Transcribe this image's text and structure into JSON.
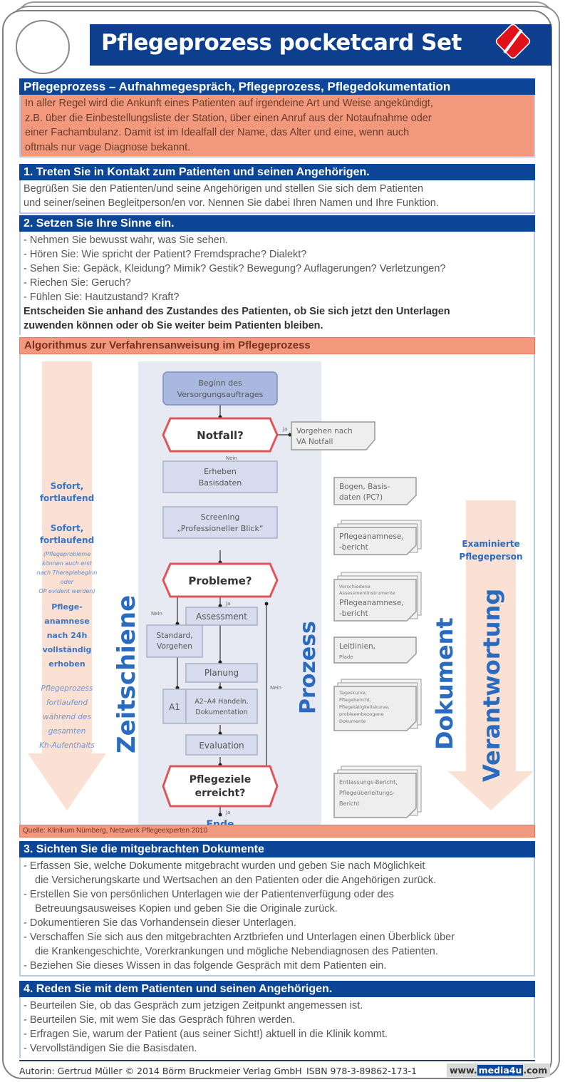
{
  "card": {
    "title": "Pflegeprozess pocketcard Set",
    "logo_icon": "diamond-logo-icon",
    "colors": {
      "header_blue": "#0d4597",
      "salmon": "#f2997d",
      "logo_red": "#e0111b",
      "text_blue": "#2a6bbf"
    }
  },
  "intro": {
    "heading": "Pflegeprozess – Aufnahmegespräch, Pflegeprozess, Pflegedokumentation",
    "lines": [
      "In aller Regel wird die Ankunft eines Patienten auf irgendeine Art und Weise angekündigt,",
      "z.B. über die Einbestellungsliste der Station, über einen Anruf aus der Notaufnahme oder",
      "einer Fachambulanz. Damit ist im Idealfall der Name, das Alter  und eine, wenn auch",
      "oftmals nur vage Diagnose bekannt."
    ]
  },
  "section1": {
    "heading": "1. Treten Sie in Kontakt zum Patienten und seinen Angehörigen.",
    "lines": [
      "Begrüßen Sie  den Patienten/und seine Angehörigen und  stellen Sie sich dem Patienten",
      "und seiner/seinen Begleitperson/en vor. Nennen Sie dabei Ihren Namen und Ihre Funktion."
    ]
  },
  "section2": {
    "heading": "2. Setzen Sie Ihre Sinne ein.",
    "lines": [
      "- Nehmen Sie bewusst wahr, was Sie sehen.",
      "- Hören Sie: Wie spricht der Patient? Fremdsprache? Dialekt?",
      "- Sehen Sie: Gepäck, Kleidung? Mimik? Gestik? Bewegung? Auflagerungen? Verletzungen?",
      "- Riechen Sie: Geruch?",
      "- Fühlen Sie: Hautzustand? Kraft?"
    ],
    "bold_lines": [
      "Entscheiden Sie anhand des Zustandes des Patienten, ob Sie sich jetzt den Unterlagen",
      "zuwenden können oder ob Sie weiter beim Patienten bleiben."
    ]
  },
  "algorithm": {
    "heading": "Algorithmus zur Verfahrensanweisung im Pflegeprozess",
    "columns": {
      "timeline": "Zeitschiene",
      "process": "Prozess",
      "document": "Dokument",
      "responsibility": "Verantwortung"
    },
    "timeline_notes": {
      "t1a": "Sofort,",
      "t1b": "fortlaufend",
      "t2a": "Sofort,",
      "t2b": "fortlaufend",
      "t2c": "(Pflegeprobleme",
      "t2d": "können auch erst",
      "t2e": "nach Therapiebeginn",
      "t2f": "oder",
      "t2g": "OP evident werden)",
      "t3a": "Pflege-",
      "t3b": "anamnese",
      "t3c": "nach 24h",
      "t3d": "vollständig",
      "t3e": "erhoben",
      "t4a": "Pflegeprozess",
      "t4b": "fortlaufend",
      "t4c": "während des",
      "t4d": "gesamten",
      "t4e": "Kh-Aufenthalts"
    },
    "responsible": {
      "line1": "Examinierte",
      "line2": "Pflegeperson"
    },
    "nodes": {
      "start_1": "Beginn des",
      "start_2": "Versorgungsauftrages",
      "emergency": "Notfall?",
      "emergency_doc_1": "Vorgehen nach",
      "emergency_doc_2": "VA Notfall",
      "basic_1": "Erheben",
      "basic_2": "Basisdaten",
      "screen_1": "Screening",
      "screen_2": "„Professioneller Blick“",
      "problems": "Probleme?",
      "assessment": "Assessment",
      "standard_1": "Standard,",
      "standard_2": "Vorgehen",
      "planning": "Planung",
      "a1": "A1",
      "act_1": "A2–A4 Handeln,",
      "act_2": "Dokumentation",
      "evaluation": "Evaluation",
      "goals_1": "Pflegeziele",
      "goals_2": "erreicht?",
      "end": "Ende"
    },
    "edge_labels": {
      "yes": "Ja",
      "no": "Nein"
    },
    "documents": {
      "d1_1": "Bogen, Basis-",
      "d1_2": "daten (PC?)",
      "d2_1": "Pflegeanamnese,",
      "d2_2": "-bericht",
      "d3_1": "Verschiedene",
      "d3_2": "Assessmentinstrumente",
      "d3_3": "Pflegeanamnese,",
      "d3_4": "-bericht",
      "d4_1": "Leitlinien,",
      "d4_2": "Pfade",
      "d5_1": "Tageskurve,",
      "d5_2": "Pflegebericht,",
      "d5_3": "Pflegetätigkeitskurve,",
      "d5_4": "probleembezogene",
      "d5_5": "Dokumente",
      "d6_1": "Entlassungs-Bericht,",
      "d6_2": "Pflegeüberleitungs-",
      "d6_3": "Bericht"
    },
    "source": "Quelle: Klinikum Nürnberg, Netzwerk Pflegeexperten 2010"
  },
  "section3": {
    "heading": "3. Sichten Sie die mitgebrachten Dokumente",
    "lines": [
      "- Erfassen Sie, welche Dokumente mitgebracht wurden und geben Sie nach Möglichkeit",
      "die Versicherungskarte und Wertsachen an den Patienten oder die Angehörigen zurück.",
      "- Erstellen Sie von persönlichen Unterlagen wie der Patientenverfügung oder des",
      "Betreuungsausweises Kopien und geben Sie die Originale zurück.",
      "- Dokumentieren Sie das Vorhandensein dieser Unterlagen.",
      "- Verschaffen Sie sich aus den mitgebrachten Arztbriefen und Unterlagen einen Überblick über",
      "die Krankengeschichte, Vorerkrankungen und mögliche Nebendiagnosen des Patienten.",
      "- Beziehen Sie dieses Wissen in das folgende Gespräch mit dem Patienten ein."
    ]
  },
  "section4": {
    "heading": "4. Reden Sie mit dem Patienten und seinen Angehörigen.",
    "lines": [
      "- Beurteilen Sie, ob das Gespräch zum jetzigen Zeitpunkt angemessen ist.",
      "- Beurteilen Sie, mit wem Sie das Gespräch führen werden.",
      "- Erfragen Sie, warum der Patient (aus seiner Sicht!) aktuell in die Klinik kommt.",
      "- Vervollständigen Sie die Basisdaten."
    ]
  },
  "footer": {
    "author": "Autorin: Gertrud Müller © 2014 Börm Bruckmeier Verlag GmbH",
    "isbn": "ISBN 978-3-89862-173-1",
    "web_prefix": "www.",
    "web_brand": "media4u",
    "web_suffix": ".com"
  }
}
